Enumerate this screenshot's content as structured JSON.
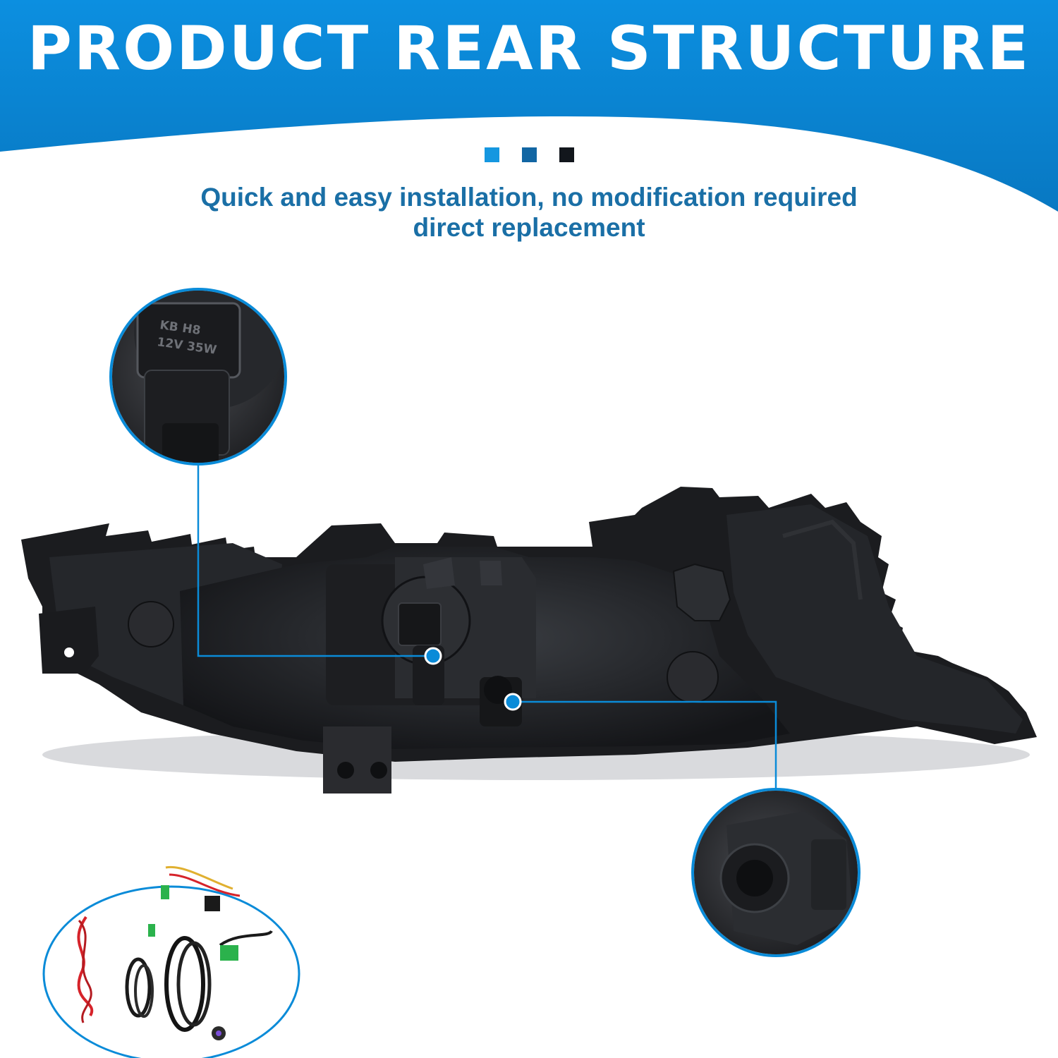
{
  "banner": {
    "title": "PRODUCT REAR STRUCTURE",
    "background_color": "#0a86d6",
    "title_color": "#ffffff"
  },
  "accent_dots": [
    {
      "color": "#1597e0"
    },
    {
      "color": "#1266a3"
    },
    {
      "color": "#12161c"
    }
  ],
  "subtitle": {
    "line1": "Quick and easy installation, no modification required",
    "line2": "direct replacement",
    "color": "#1a6fa6"
  },
  "product": {
    "description_icon": "fog-light-housing",
    "callouts": [
      {
        "name": "bulb-socket-detail",
        "connector_label_line1": "KB H8",
        "connector_label_line2": "12V 35W"
      },
      {
        "name": "adjuster-screw-detail"
      }
    ],
    "accessory_icon": "wiring-harness-kit"
  }
}
